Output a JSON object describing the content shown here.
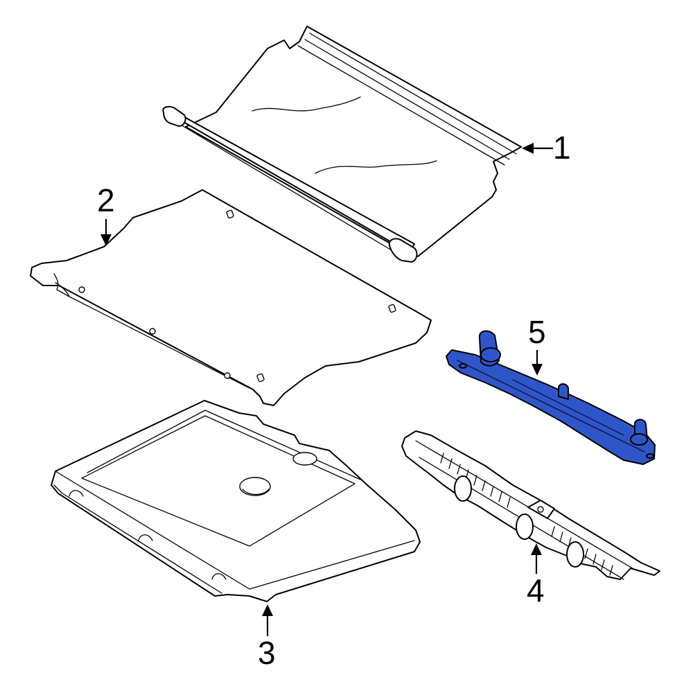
{
  "callouts": [
    {
      "number": "1",
      "highlighted": false
    },
    {
      "number": "2",
      "highlighted": false
    },
    {
      "number": "3",
      "highlighted": false
    },
    {
      "number": "4",
      "highlighted": false
    },
    {
      "number": "5",
      "highlighted": true
    }
  ],
  "colors": {
    "line": "#000000",
    "background": "#ffffff",
    "highlight_fill": "#2f56c8"
  }
}
